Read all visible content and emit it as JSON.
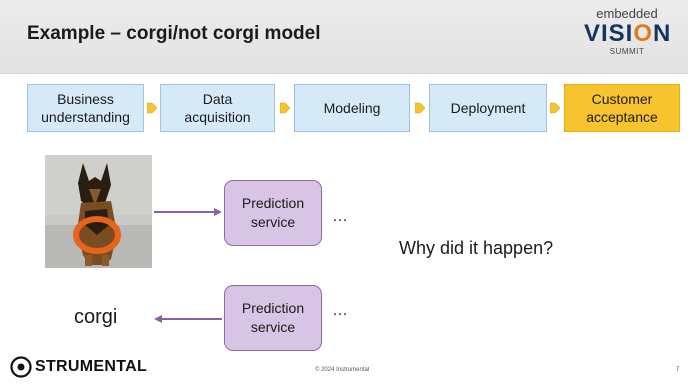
{
  "slide": {
    "title": "Example – corgi/not corgi model",
    "logo": {
      "line1": "embedded",
      "line2a": "VISI",
      "line2b": "O",
      "line2c": "N",
      "line3": "SUMMIT"
    },
    "process_steps": [
      {
        "label": "Business\nunderstanding",
        "highlighted": false
      },
      {
        "label": "Data\nacquisition",
        "highlighted": false
      },
      {
        "label": "Modeling",
        "highlighted": false
      },
      {
        "label": "Deployment",
        "highlighted": false
      },
      {
        "label": "Customer\nacceptance",
        "highlighted": true
      }
    ],
    "prediction_boxes": [
      {
        "label": "Prediction\nservice",
        "ellipsis": "…"
      },
      {
        "label": "Prediction\nservice",
        "ellipsis": "…"
      }
    ],
    "question": "Why did it happen?",
    "output_label": "corgi",
    "footer": {
      "brand": "STRUMENTAL",
      "copyright": "© 2024 Instrumental",
      "page_number": "7"
    },
    "colors": {
      "process_fill": "#d6e9f7",
      "highlight_fill": "#f7c32f",
      "prediction_fill": "#d8c5e5",
      "arrow": "#8a5fa3",
      "chevron": "#f7c32f"
    }
  }
}
